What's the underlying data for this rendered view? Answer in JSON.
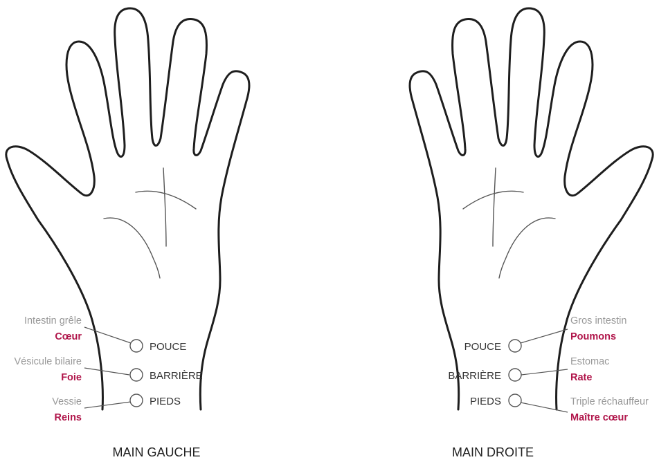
{
  "colors": {
    "outline": "#1e1e1e",
    "organ_text": "#999999",
    "meridian_text": "#b0154a",
    "point_text": "#333333"
  },
  "left_hand": {
    "title": "MAIN GAUCHE",
    "points": [
      {
        "label": "POUCE",
        "organ": "Intestin grêle",
        "meridian": "Cœur"
      },
      {
        "label": "BARRIÈRE",
        "organ": "Vésicule bilaire",
        "meridian": "Foie"
      },
      {
        "label": "PIEDS",
        "organ": "Vessie",
        "meridian": "Reins"
      }
    ]
  },
  "right_hand": {
    "title": "MAIN DROITE",
    "points": [
      {
        "label": "POUCE",
        "organ": "Gros intestin",
        "meridian": "Poumons"
      },
      {
        "label": "BARRIÈRE",
        "organ": "Estomac",
        "meridian": "Rate"
      },
      {
        "label": "PIEDS",
        "organ": "Triple réchauffeur",
        "meridian": "Maître cœur"
      }
    ]
  }
}
